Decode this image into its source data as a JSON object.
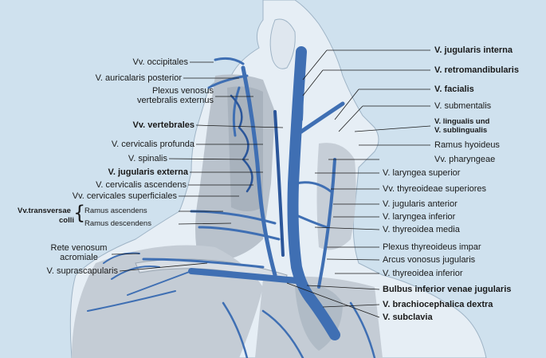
{
  "figure": {
    "labels_left": {
      "occipitales": "Vv. occipitales",
      "auricularis": "V. auricalaris posterior",
      "plexus_line1": "Plexus venosus",
      "plexus_line2": "vertebralis externus",
      "vertebrales": "Vv. vertebrales",
      "cervicalis_profunda": "V. cervicalis profunda",
      "spinalis": "V. spinalis",
      "jugularis_externa": "V. jugularis externa",
      "cervicalis_ascendens": "V. cervicalis ascendens",
      "cervicales_superficiales": "Vv. cervicales superficiales",
      "transversae_line1": "Vv.transversae",
      "transversae_line2": "colli",
      "ramus_ascendens": "Ramus ascendens",
      "ramus_descendens": "Ramus descendens",
      "rete_line1": "Rete venosum",
      "rete_line2": "acromiale",
      "suprascapularis": "V. suprascapularis"
    },
    "labels_right": {
      "jugularis_interna": "V. jugularis interna",
      "retromandibularis": "V. retromandibularis",
      "facialis": "V. facialis",
      "submentalis": "V. submentalis",
      "lingualis_line1": "V. lingualis und",
      "lingualis_line2": "V. sublingualis",
      "ramus_hyoideus": "Ramus hyoideus",
      "pharyngeae": "Vv. pharyngeae",
      "laryngea_superior": "V. laryngea superior",
      "thyreoideae_superiores": "Vv. thyreoideae superiores",
      "jugularis_anterior": "V. jugularis anterior",
      "laryngea_inferior": "V. laryngea inferior",
      "thyreoidea_media": "V. thyreoidea media",
      "plexus_impar": "Plexus thyreoideus impar",
      "arcus": "Arcus vonosus jugularis",
      "thyreoidea_inferior": "V. thyreoidea inferior",
      "bulbus": "Bulbus inferior venae jugularis",
      "brachiocephalica": "V. brachiocephalica dextra",
      "subclavia": "V. subclavia"
    },
    "colors": {
      "background": "#cfe1ee",
      "skin": "#e6eef5",
      "muscle": "#b9c2cc",
      "vein": "#3f6fb3",
      "vein_dark": "#2b569a",
      "leader": "#1a1a1a"
    }
  }
}
